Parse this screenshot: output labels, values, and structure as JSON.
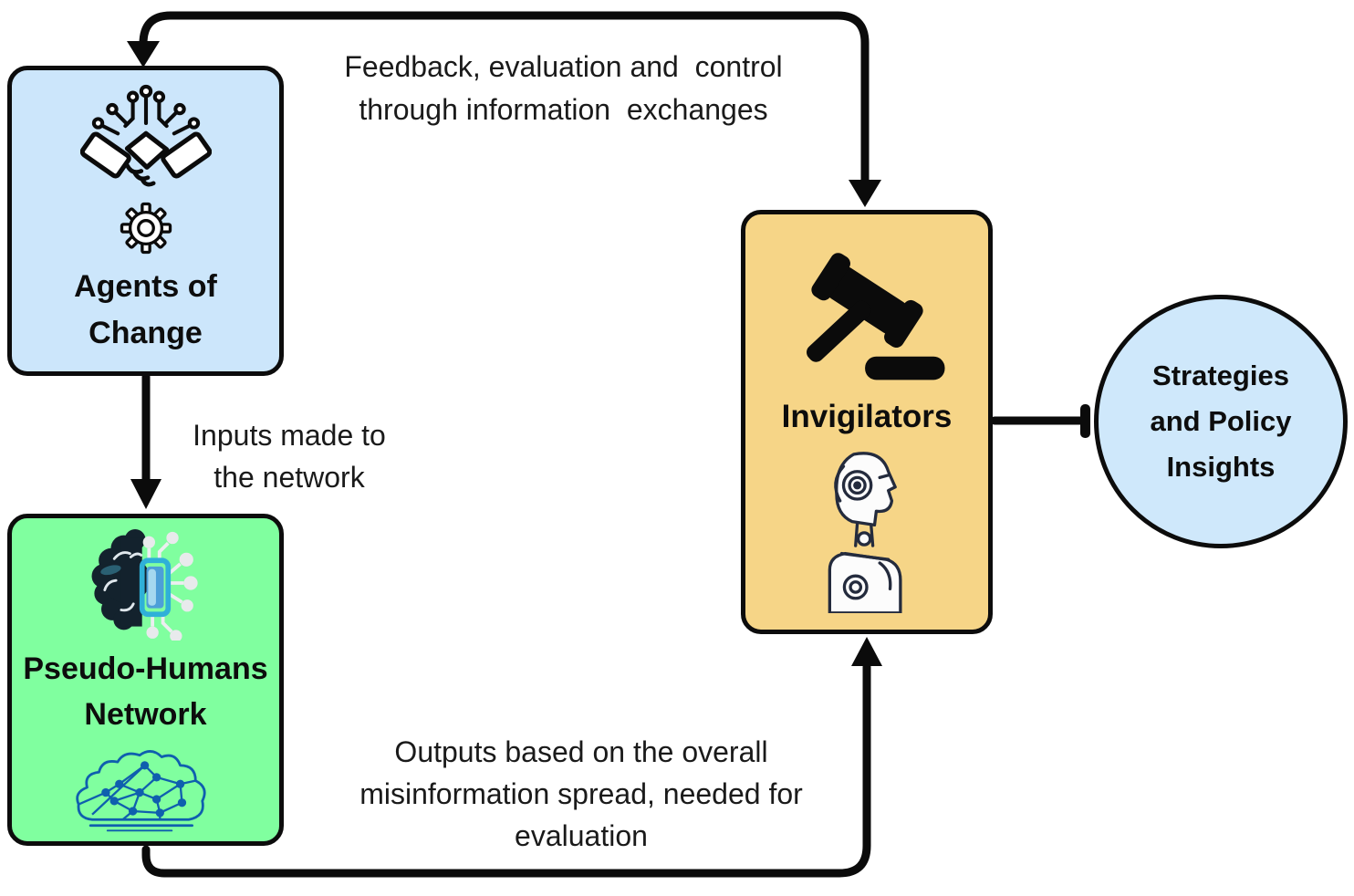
{
  "diagram": {
    "nodes": {
      "agents_of_change": {
        "title_line1": "Agents of",
        "title_line2": "Change",
        "icons": [
          "handshake-circuit-icon",
          "gear-icon"
        ]
      },
      "pseudo_humans_network": {
        "title_line1": "Pseudo-Humans",
        "title_line2": "Network",
        "icons": [
          "brain-chip-icon",
          "network-cloud-icon"
        ]
      },
      "invigilators": {
        "title": "Invigilators",
        "icons": [
          "gavel-icon",
          "robot-head-icon"
        ]
      },
      "strategies_insights": {
        "title_line1": "Strategies",
        "title_line2": "and Policy",
        "title_line3": "Insights"
      }
    },
    "edge_labels": {
      "feedback_line1": "Feedback, evaluation and  control",
      "feedback_line2": "through information  exchanges",
      "inputs_line1": "Inputs made to",
      "inputs_line2": "the network",
      "outputs_line1": "Outputs based on the overall",
      "outputs_line2": "misinformation spread, needed for",
      "outputs_line3": "evaluation"
    },
    "colors": {
      "agents_fill": "#cce6fb",
      "network_fill": "#80ff9f",
      "invigilators_fill": "#f6d587",
      "insights_fill": "#cfe8fb",
      "connector": "#000000",
      "brain_dark": "#13222d",
      "chip_blue": "#4d9fd8",
      "chip_frame": "#2fb0d8",
      "circuit_light": "#eceef0",
      "network_line_blue": "#0f5fae"
    }
  }
}
